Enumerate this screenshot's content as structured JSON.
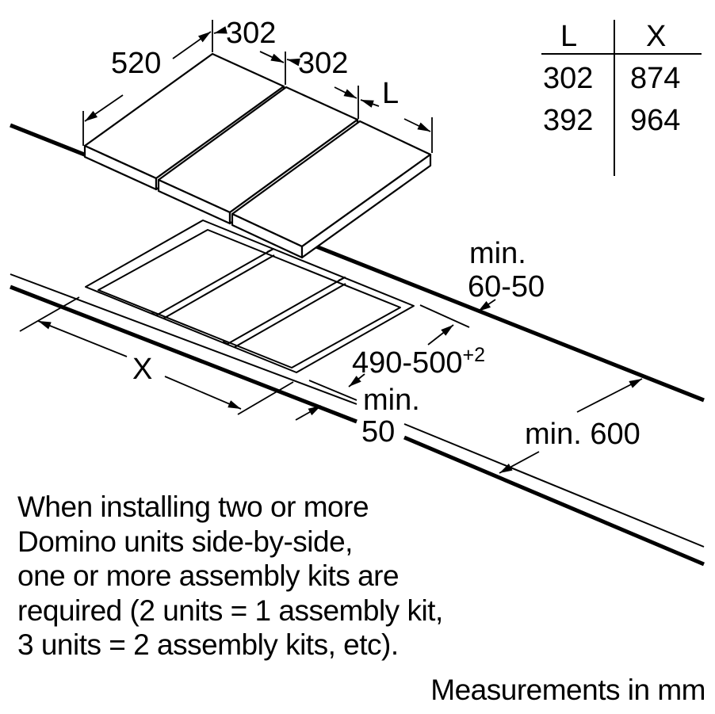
{
  "top_view": {
    "depth_label": "520",
    "unit1_width_label": "302",
    "unit2_width_label": "302",
    "unit3_width_label": "L"
  },
  "size_table": {
    "headers": [
      "L",
      "X"
    ],
    "rows": [
      [
        "302",
        "874"
      ],
      [
        "392",
        "964"
      ]
    ]
  },
  "cutout": {
    "width_label": "X",
    "depth_label": "490-500",
    "depth_tolerance": "+2",
    "back_clearance_line1": "min.",
    "back_clearance_line2": "60-50",
    "front_clearance_line1": "min.",
    "front_clearance_line2": "50",
    "worktop_depth_label": "min. 600"
  },
  "note": {
    "lines": [
      "When installing two or more",
      "Domino units side-by-side,",
      "one or more assembly kits are",
      "required (2 units = 1 assembly kit,",
      "3 units = 2 assembly kits, etc)."
    ]
  },
  "footer": "Measurements in mm"
}
